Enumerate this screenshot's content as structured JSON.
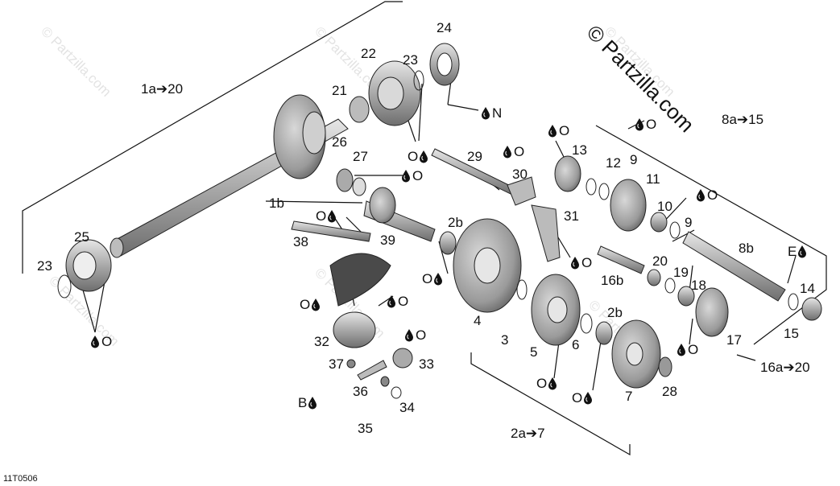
{
  "watermark": {
    "main": "© Partzilla.com",
    "faint": "© Partzilla.com"
  },
  "diagram_code": "11T0506",
  "symbols": {
    "drop": "oil-drop-icon"
  },
  "labels": {
    "l1": "1a➔20",
    "l1b": "1b",
    "l2b_a": "2b",
    "l2b_b": "2b",
    "l3": "3",
    "l4": "4",
    "l5": "5",
    "l6": "6",
    "l7": "7",
    "l8a": "8a➔15",
    "l8b": "8b",
    "l9a": "9",
    "l9b": "9",
    "l10": "10",
    "l11": "11",
    "l12": "12",
    "l13": "13",
    "l14": "14",
    "l15": "15",
    "l16a": "16a➔20",
    "l16b": "16b",
    "l17": "17",
    "l18": "18",
    "l19": "19",
    "l20": "20",
    "l21": "21",
    "l22": "22",
    "l23a": "23",
    "l23b": "23",
    "l24": "24",
    "l25": "25",
    "l26": "26",
    "l27": "27",
    "l28": "28",
    "l29": "29",
    "l30": "30",
    "l31": "31",
    "l32": "32",
    "l33": "33",
    "l34": "34",
    "l35": "35",
    "l36": "36",
    "l37": "37",
    "l38": "38",
    "l39": "39",
    "l2a": "2a➔7"
  },
  "lube_marks": {
    "o": "O",
    "n": "N",
    "e": "E",
    "b": "B"
  }
}
